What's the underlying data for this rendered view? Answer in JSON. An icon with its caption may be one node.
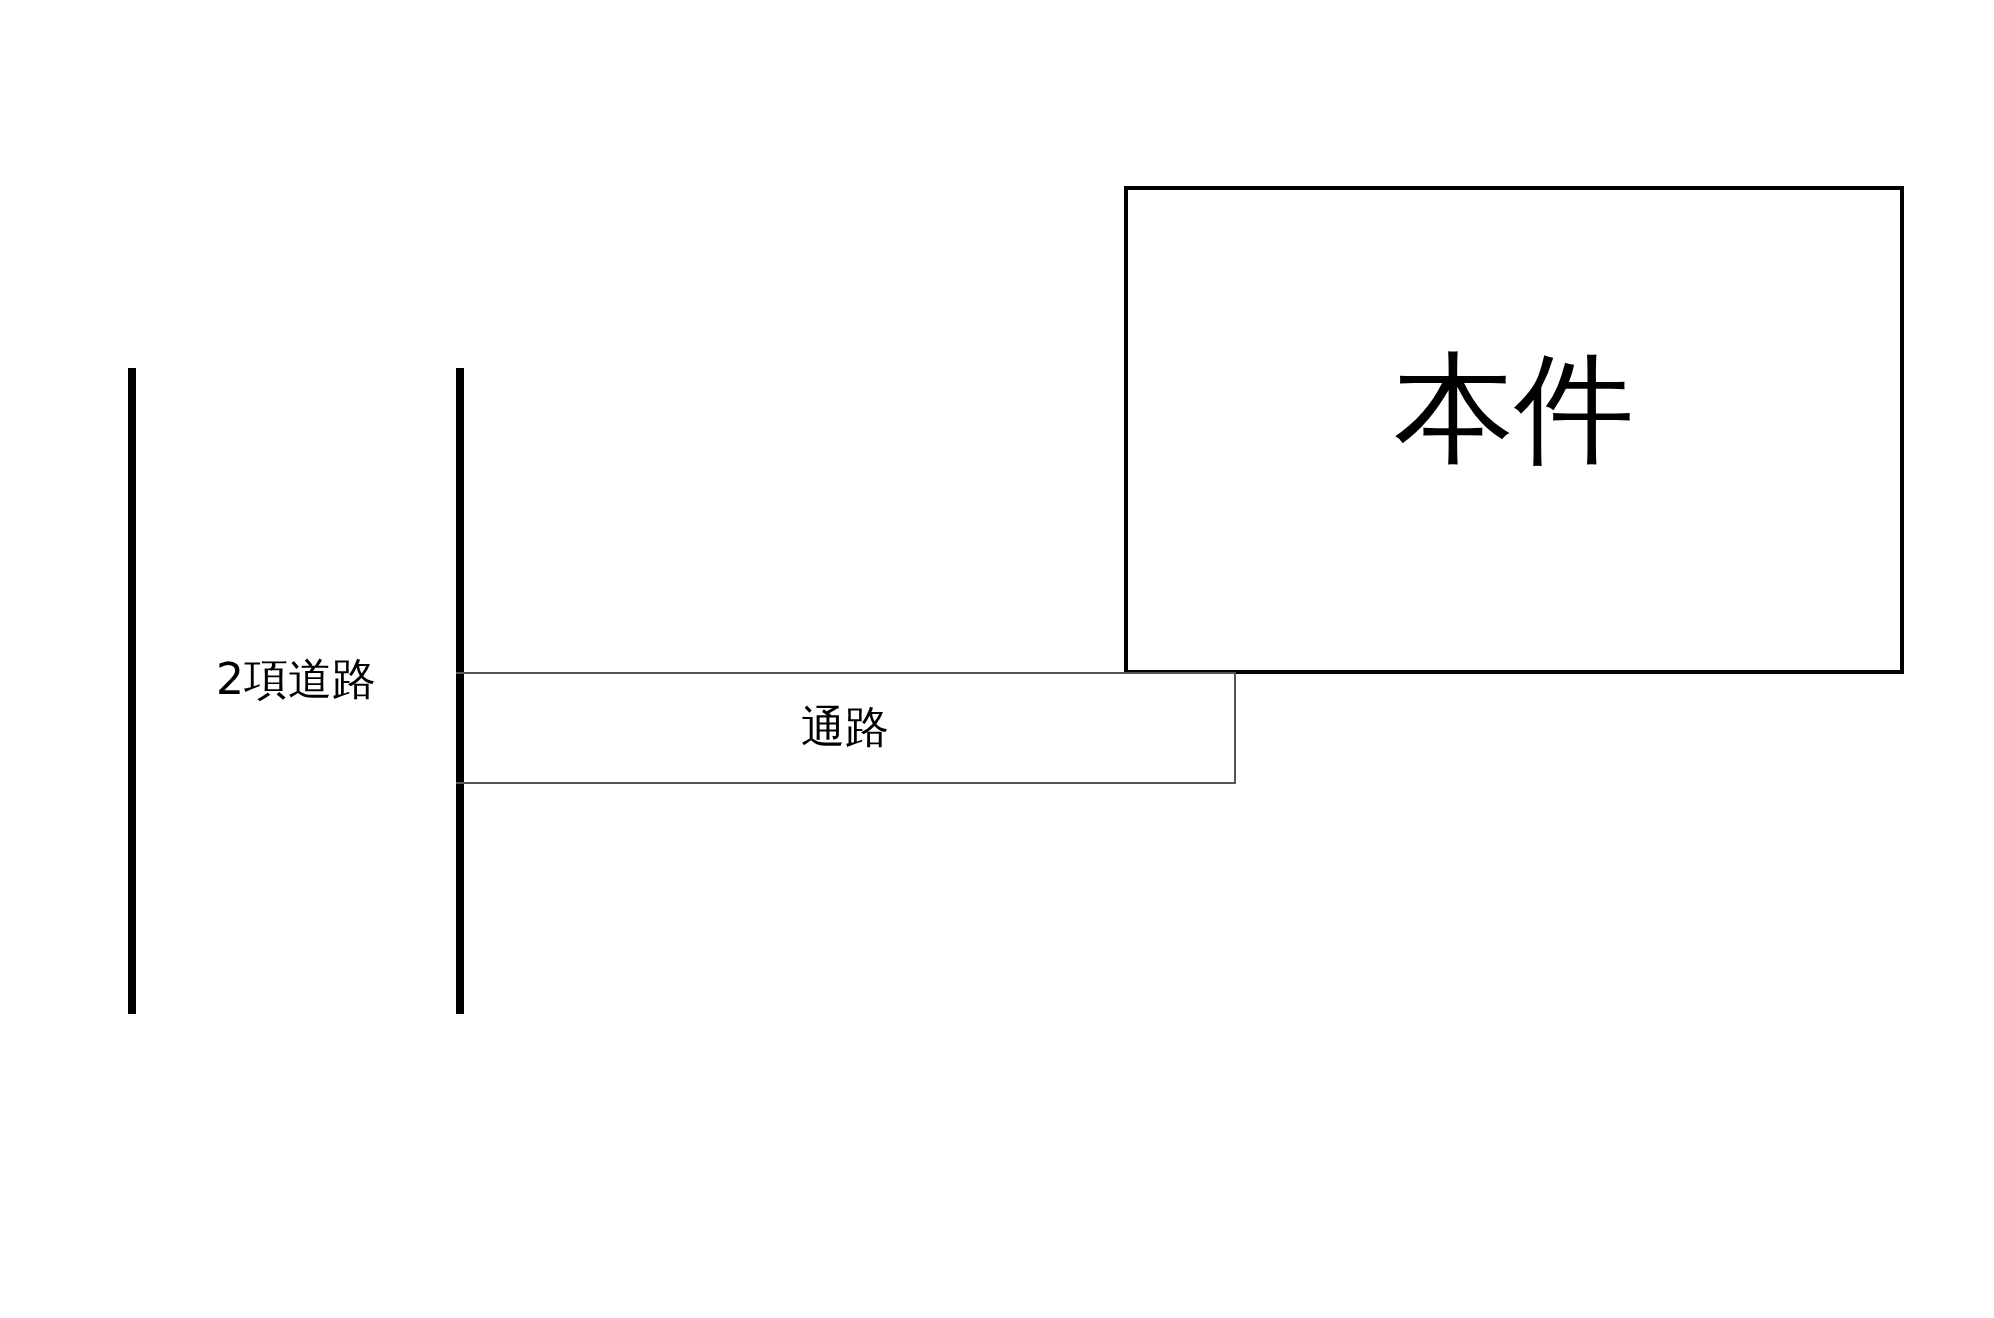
{
  "diagram": {
    "nodes": [
      {
        "text": [
          "本件"
        ]
      },
      {
        "text": [
          "2項道路"
        ]
      },
      {
        "text": [
          "通路"
        ]
      }
    ]
  }
}
